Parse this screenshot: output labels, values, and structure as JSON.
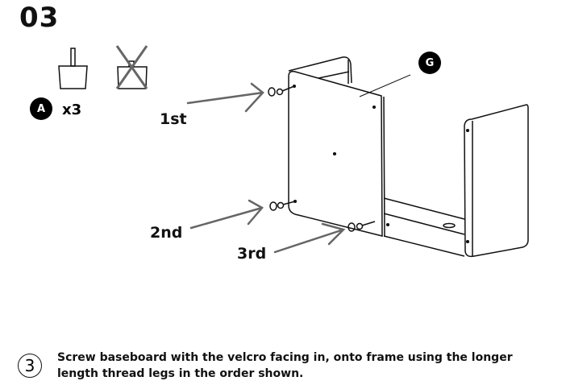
{
  "step_number": "03",
  "part": {
    "label": "A",
    "quantity": "x3"
  },
  "part_g_label": "G",
  "order_labels": [
    "1st",
    "2nd",
    "3rd"
  ],
  "instruction": {
    "number": "3",
    "line1": "Screw baseboard with the velcro facing in, onto frame using the longer",
    "line2": "length thread legs in the order shown."
  }
}
